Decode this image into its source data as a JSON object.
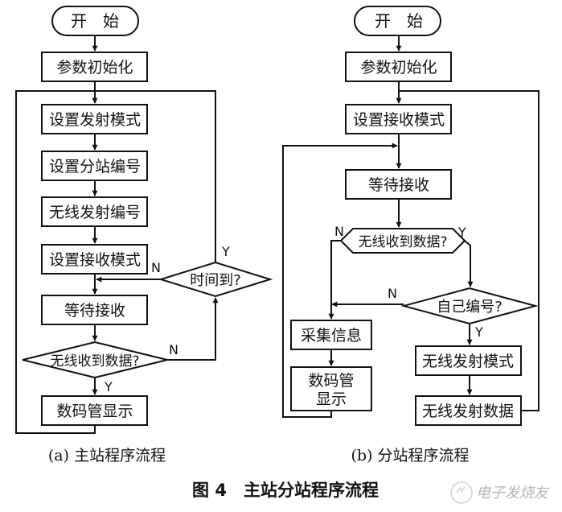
{
  "left": {
    "start": "开　始",
    "init": "参数初始化",
    "tx_mode": "设置发射模式",
    "set_station": "设置分站编号",
    "wireless_tx_num": "无线发射编号",
    "rx_mode": "设置接收模式",
    "wait_rx": "等待接收",
    "decision_rx": "无线收到数据?",
    "decision_time": "时间到?",
    "display": "数码管显示",
    "yes": "Y",
    "no": "N",
    "caption": "(a) 主站程序流程"
  },
  "right": {
    "start": "开　始",
    "init": "参数初始化",
    "rx_mode": "设置接收模式",
    "wait_rx": "等待接收",
    "decision_rx": "无线收到数据?",
    "decision_own": "自己编号?",
    "collect": "采集信息",
    "display_l1": "数码管",
    "display_l2": "显示",
    "tx_mode": "无线发射模式",
    "tx_data": "无线发射数据",
    "yes": "Y",
    "no": "N",
    "caption": "(b) 分站程序流程"
  },
  "figure_caption": "图 4　主站分站程序流程",
  "watermark": "电子发烧友"
}
